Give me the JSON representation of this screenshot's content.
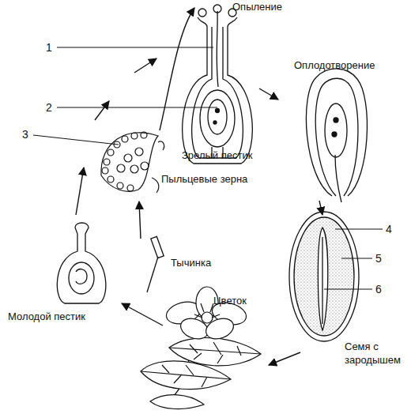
{
  "diagram": {
    "labels": [
      "Опыление",
      "1",
      "2",
      "3",
      "Зрелый пестик",
      "Оплодотворение",
      "Пыльцевые зерна",
      "4",
      "5",
      "6",
      "Тычинка",
      "Цветок",
      "Молодой пестик",
      "Семя с зародышем"
    ]
  }
}
